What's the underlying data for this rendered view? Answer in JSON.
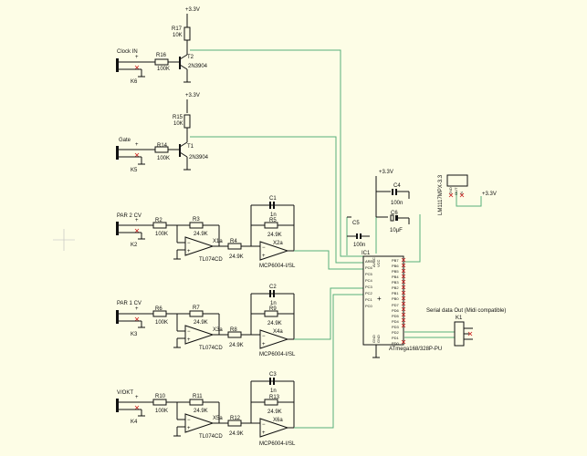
{
  "power": {
    "vcc": "+3.3V"
  },
  "clock_in": {
    "label": "Clock IN",
    "jack": "K6",
    "r_base": "R16",
    "r_base_val": "100K",
    "r_pull": "R17",
    "r_pull_val": "10K",
    "transistor": "T2",
    "transistor_type": "2N3904"
  },
  "gate": {
    "label": "Gate",
    "jack": "K5",
    "r_base": "R14",
    "r_base_val": "100K",
    "r_pull": "R15",
    "r_pull_val": "10K",
    "transistor": "T1",
    "transistor_type": "2N3904"
  },
  "channels": [
    {
      "label": "PAR 2 CV",
      "jack": "K2",
      "r_in": "R2",
      "r_in_val": "100K",
      "r_fb": "R3",
      "r_fb_val": "24.9K",
      "opamp1": "X1a",
      "opamp1_type": "TL074CD",
      "r_mid": "R4",
      "r_mid_val": "24.9K",
      "cap": "C1",
      "cap_val": "1n",
      "r_fb2": "R5",
      "r_fb2_val": "24.9K",
      "opamp2": "X2a",
      "opamp2_type": "MCP6004-I/SL"
    },
    {
      "label": "PAR 1 CV",
      "jack": "K3",
      "r_in": "R6",
      "r_in_val": "100K",
      "r_fb": "R7",
      "r_fb_val": "24.9K",
      "opamp1": "X3a",
      "opamp1_type": "TL074CD",
      "r_mid": "R8",
      "r_mid_val": "24.9K",
      "cap": "C2",
      "cap_val": "1n",
      "r_fb2": "R9",
      "r_fb2_val": "24.9K",
      "opamp2": "X4a",
      "opamp2_type": "MCP6004-I/SL"
    },
    {
      "label": "V/OKT",
      "jack": "K4",
      "r_in": "R10",
      "r_in_val": "100K",
      "r_fb": "R11",
      "r_fb_val": "24.9K",
      "opamp1": "X5a",
      "opamp1_type": "TL074CD",
      "r_mid": "R12",
      "r_mid_val": "24.9K",
      "cap": "C3",
      "cap_val": "1n",
      "r_fb2": "R13",
      "r_fb2_val": "24.9K",
      "opamp2": "X6a",
      "opamp2_type": "MCP6004-I/SL"
    }
  ],
  "mcu": {
    "ref": "IC1",
    "part": "ATmega168/328P-PU",
    "left_pins": [
      "AREF",
      "PC6",
      "PC5",
      "PC4",
      "PC3",
      "PC2",
      "PC1",
      "PC0"
    ],
    "right_pins_b": [
      "PB7",
      "PB6",
      "PB5",
      "PB4",
      "PB3",
      "PB2",
      "PB1",
      "PB0"
    ],
    "right_pins_d": [
      "PD7",
      "PD6",
      "PD5",
      "PD4",
      "PD3",
      "PD2",
      "PD1",
      "PD0"
    ],
    "top_pins": [
      "AVCC",
      "VCC"
    ],
    "bottom_pins": [
      "GND",
      "GND"
    ]
  },
  "c4": {
    "ref": "C4",
    "val": "100n"
  },
  "c5": {
    "ref": "C5",
    "val": "100n"
  },
  "c6": {
    "ref": "C6",
    "val": "10µF"
  },
  "regulator": {
    "part": "LM1117MPX-3.3",
    "pins": [
      "GND",
      "OUT",
      "IN"
    ]
  },
  "serial": {
    "label": "Serial data Out (Midi compatible)",
    "ref": "K1"
  }
}
